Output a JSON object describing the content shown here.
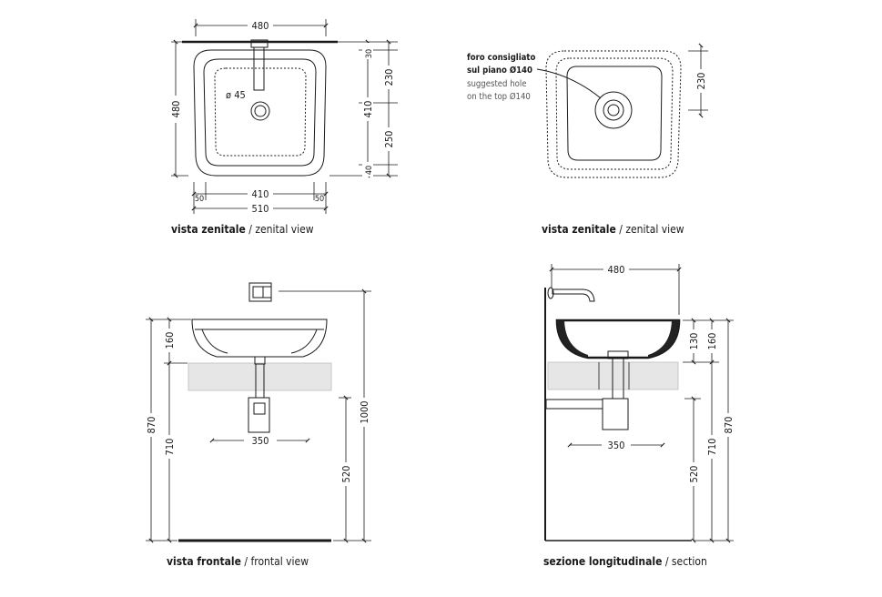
{
  "views": {
    "top_left": {
      "caption_bold": "vista zenitale",
      "caption_sep": " / ",
      "caption_light": "zenital view",
      "dims": {
        "width_top": "480",
        "height_left": "480",
        "hole": "ø 45",
        "r30": "30",
        "r230": "230",
        "r410": "410",
        "r250": "250",
        "r40": "40",
        "b50_left": "50",
        "b410": "410",
        "b50_right": "50",
        "b510": "510"
      }
    },
    "top_right": {
      "caption_bold": "vista zenitale",
      "caption_sep": " / ",
      "caption_light": "zenital view",
      "note_it_1": "foro consigliato",
      "note_it_2": "sul piano Ø140",
      "note_en_1": "suggested hole",
      "note_en_2": "on the top Ø140",
      "dims": {
        "r230": "230"
      }
    },
    "bottom_left": {
      "caption_bold": "vista frontale",
      "caption_sep": " / ",
      "caption_light": "frontal view",
      "dims": {
        "d870": "870",
        "d160": "160",
        "d710": "710",
        "d350": "350",
        "d1000": "1000",
        "d520": "520"
      }
    },
    "bottom_right": {
      "caption_bold": "sezione longitudinale",
      "caption_sep": " / ",
      "caption_light": "section",
      "dims": {
        "d480": "480",
        "d130": "130",
        "d160": "160",
        "d350": "350",
        "d710": "710",
        "d870": "870",
        "d520": "520"
      }
    }
  }
}
